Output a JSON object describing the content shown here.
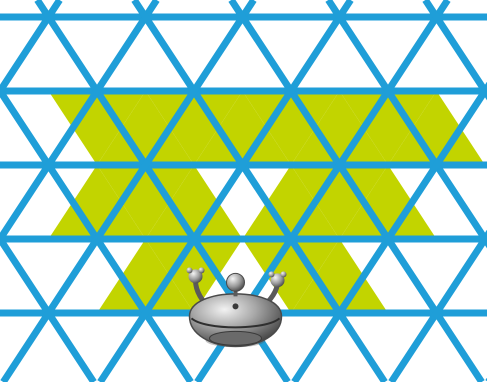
{
  "colors": {
    "background": "#ffffff",
    "grid_line": "#1f9ed8",
    "highlight_fill": "#c2d400",
    "robot_body": "#9a9a9a",
    "robot_shadow": "#3e3e3e",
    "robot_highlight": "#f2f2f2"
  },
  "grid": {
    "shape": "triangular",
    "rows": 5,
    "columns": 12
  },
  "highlighted_region": {
    "cells": [
      {
        "row": 1,
        "col": 2
      },
      {
        "row": 1,
        "col": 3
      },
      {
        "row": 1,
        "col": 4
      },
      {
        "row": 1,
        "col": 5
      },
      {
        "row": 1,
        "col": 6
      },
      {
        "row": 1,
        "col": 7
      },
      {
        "row": 1,
        "col": 8
      },
      {
        "row": 1,
        "col": 9
      },
      {
        "row": 2,
        "col": 2
      },
      {
        "row": 2,
        "col": 3
      },
      {
        "row": 2,
        "col": 4
      },
      {
        "row": 2,
        "col": 6
      },
      {
        "row": 2,
        "col": 7
      },
      {
        "row": 2,
        "col": 8
      },
      {
        "row": 3,
        "col": 3
      },
      {
        "row": 3,
        "col": 4
      },
      {
        "row": 3,
        "col": 6
      },
      {
        "row": 3,
        "col": 7
      }
    ]
  },
  "character": {
    "icon": "robot-icon",
    "row": 3,
    "col": 5
  }
}
